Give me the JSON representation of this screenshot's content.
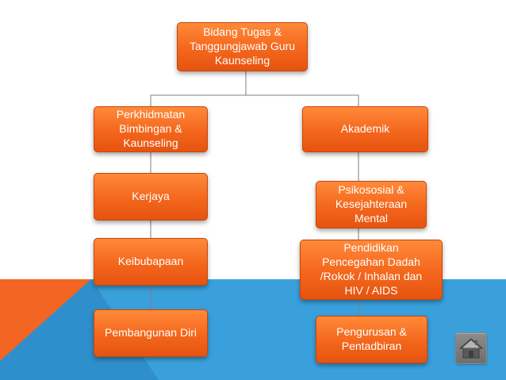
{
  "diagram": {
    "root": {
      "label": "Bidang Tugas &\nTanggungjawab Guru\nKaunseling"
    },
    "left_branch": {
      "head": "Perkhidmatan\nBimbingan &\nKaunseling",
      "items": [
        "Kerjaya",
        "Keibubapaan",
        "Pembangunan Diri"
      ]
    },
    "right_branch": {
      "head": "Akademik",
      "items": [
        "Psikososial &\nKesejahteraan\nMental",
        "Pendidikan\nPencegahan Dadah\n/Rokok / Inhalan dan\nHIV / AIDS",
        "Pengurusan &\nPentadbiran"
      ]
    }
  },
  "navigation": {
    "home_icon": "home-icon"
  },
  "colors": {
    "box_fill": "#f4661c",
    "box_border": "#c84608",
    "accent_blue": "#3aa0dc",
    "accent_orange": "#f26522",
    "connector": "#7f7f7f",
    "home_button": "#7a7a7a"
  }
}
